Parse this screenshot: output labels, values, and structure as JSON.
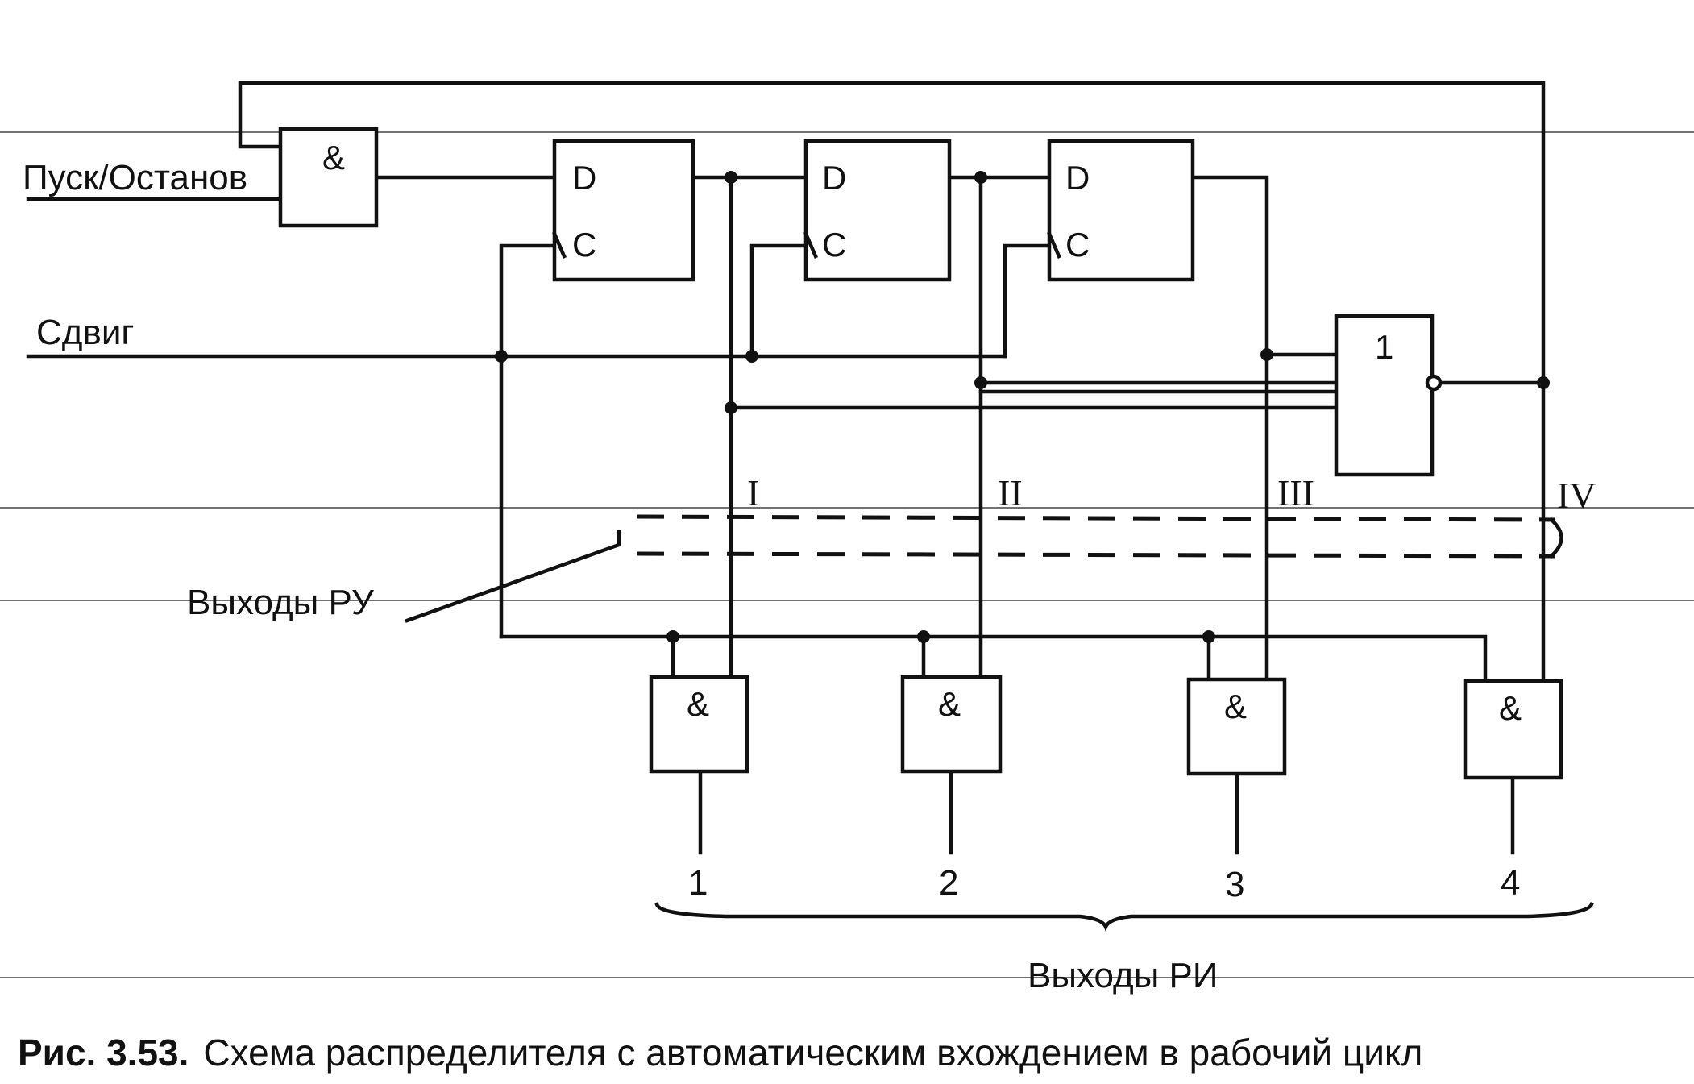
{
  "inputs": {
    "start_stop": "Пуск/Останов",
    "shift": "Сдвиг"
  },
  "gate_symbols": {
    "and": "&",
    "or": "1"
  },
  "trigger_pins": {
    "d": "D",
    "c": "C"
  },
  "ru_outputs_label": "Выходы РУ",
  "ru_output_marks": [
    "I",
    "II",
    "III",
    "IV"
  ],
  "ri_output_numbers": [
    "1",
    "2",
    "3",
    "4"
  ],
  "ri_outputs_label": "Выходы РИ",
  "caption": {
    "number": "Рис. 3.53.",
    "text": "Схема распределителя с автоматическим вхождением в рабочий цикл"
  }
}
